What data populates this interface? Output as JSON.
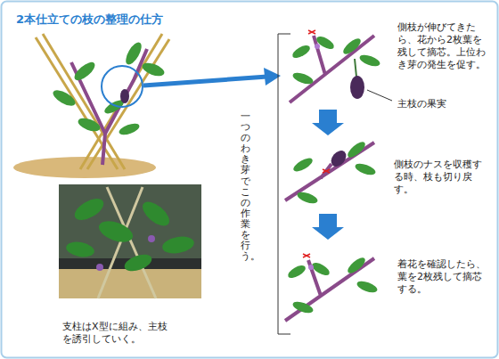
{
  "diagram": {
    "title": "2本仕立ての枝の整理の仕方",
    "labels": [
      "側枝が伸びてきたら、花から2枚葉を残して摘芯。上位わき芽の発生を促す。",
      "主枝の果実",
      "側枝のナスを収穫する時、枝も切り戻す。",
      "着花を確認したら、葉を2枚残して摘芯する。",
      "一つのわき芽でこの作業を行う。",
      "支柱はX型に組み、主枝を誘引していく。"
    ]
  }
}
